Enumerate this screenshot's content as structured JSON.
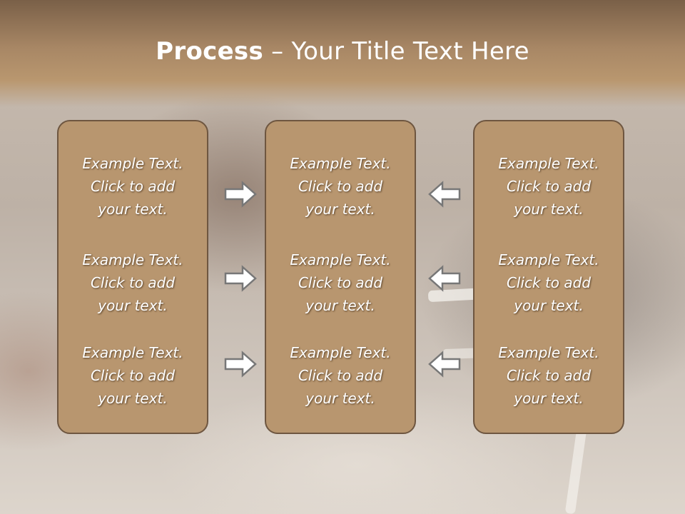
{
  "slide": {
    "title_strong": "Process",
    "title_rest": " – Your Title Text Here"
  },
  "panels": [
    {
      "items": [
        {
          "line1": "Example Text.",
          "line2": "Click  to add",
          "line3": "your text."
        },
        {
          "line1": "Example Text.",
          "line2": "Click  to add",
          "line3": "your text."
        },
        {
          "line1": "Example Text.",
          "line2": "Click  to add",
          "line3": "your text."
        }
      ]
    },
    {
      "items": [
        {
          "line1": "Example Text.",
          "line2": "Click  to add",
          "line3": "your text."
        },
        {
          "line1": "Example Text.",
          "line2": "Click  to add",
          "line3": "your text."
        },
        {
          "line1": "Example Text.",
          "line2": "Click  to add",
          "line3": "your text."
        }
      ]
    },
    {
      "items": [
        {
          "line1": "Example Text.",
          "line2": "Click  to add",
          "line3": "your text."
        },
        {
          "line1": "Example Text.",
          "line2": "Click  to add",
          "line3": "your text."
        },
        {
          "line1": "Example Text.",
          "line2": "Click  to add",
          "line3": "your text."
        }
      ]
    }
  ],
  "arrows": {
    "left_column": [
      "right-arrow-icon",
      "right-arrow-icon",
      "right-arrow-icon"
    ],
    "right_column": [
      "left-arrow-icon",
      "left-arrow-icon",
      "left-arrow-icon"
    ]
  },
  "colors": {
    "panel_fill": "#b8966f",
    "panel_border": "#6e5640",
    "header": "#a88765",
    "arrow_fill": "#ffffff",
    "arrow_stroke": "#777777"
  }
}
